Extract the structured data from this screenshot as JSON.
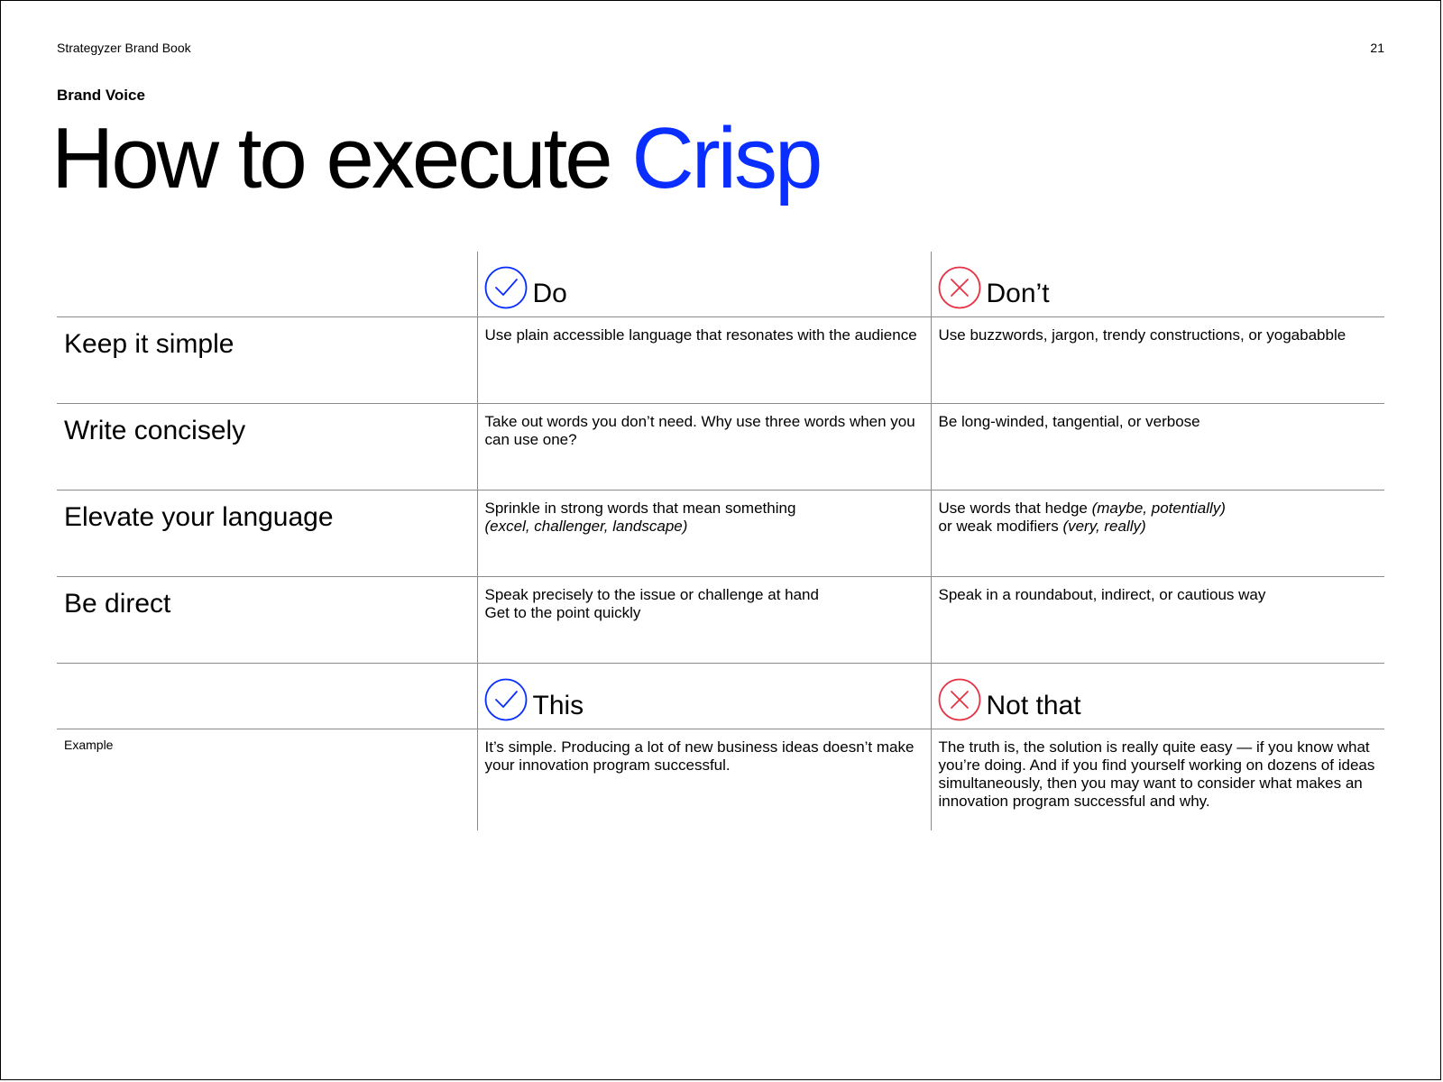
{
  "header": {
    "running_head": "Strategyzer Brand Book",
    "page_number": "21",
    "section": "Brand Voice"
  },
  "title": {
    "main": "How to execute ",
    "accent": "Crisp"
  },
  "colors": {
    "accent": "#0a2eff",
    "do_icon": "#0a2eff",
    "dont_icon": "#e53346",
    "rule": "#8a8a8a"
  },
  "table": {
    "do_label": "Do",
    "dont_label": "Don’t",
    "do_icon": "check-circle-icon",
    "dont_icon": "x-circle-icon",
    "rows": [
      {
        "label": "Keep it simple",
        "do": [
          {
            "text": "Use plain accessible language that resonates with the audience"
          }
        ],
        "dont": [
          {
            "text": "Use buzzwords, jargon, trendy constructions, or yogababble"
          }
        ]
      },
      {
        "label": "Write concisely",
        "do": [
          {
            "text": "Take out words you don’t need. Why use three words when you can use one?"
          }
        ],
        "dont": [
          {
            "text": "Be long-winded, tangential, or verbose"
          }
        ]
      },
      {
        "label": "Elevate your language",
        "do": [
          {
            "text": "Sprinkle in strong words that mean something"
          },
          {
            "italic": "(excel, challenger, landscape)"
          }
        ],
        "dont": [
          {
            "text": "Use words that hedge ",
            "italic": "(maybe, potentially)"
          },
          {
            "text": "or weak modifiers ",
            "italic": "(very, really)"
          }
        ]
      },
      {
        "label": "Be direct",
        "do": [
          {
            "text": "Speak precisely to the issue or challenge at hand"
          },
          {
            "text": "Get to the point quickly"
          }
        ],
        "dont": [
          {
            "text": "Speak in a roundabout, indirect, or cautious way"
          }
        ]
      }
    ]
  },
  "example": {
    "this_label": "This",
    "not_that_label": "Not that",
    "row_label": "Example",
    "this_text": "It’s simple. Producing a lot of new business ideas doesn’t make your innovation program successful.",
    "not_that_text": "The truth is, the solution is really quite easy — if you know what you’re doing. And if you find yourself working on dozens of ideas simultaneously, then you may want to consider what makes an innovation program successful and why."
  }
}
